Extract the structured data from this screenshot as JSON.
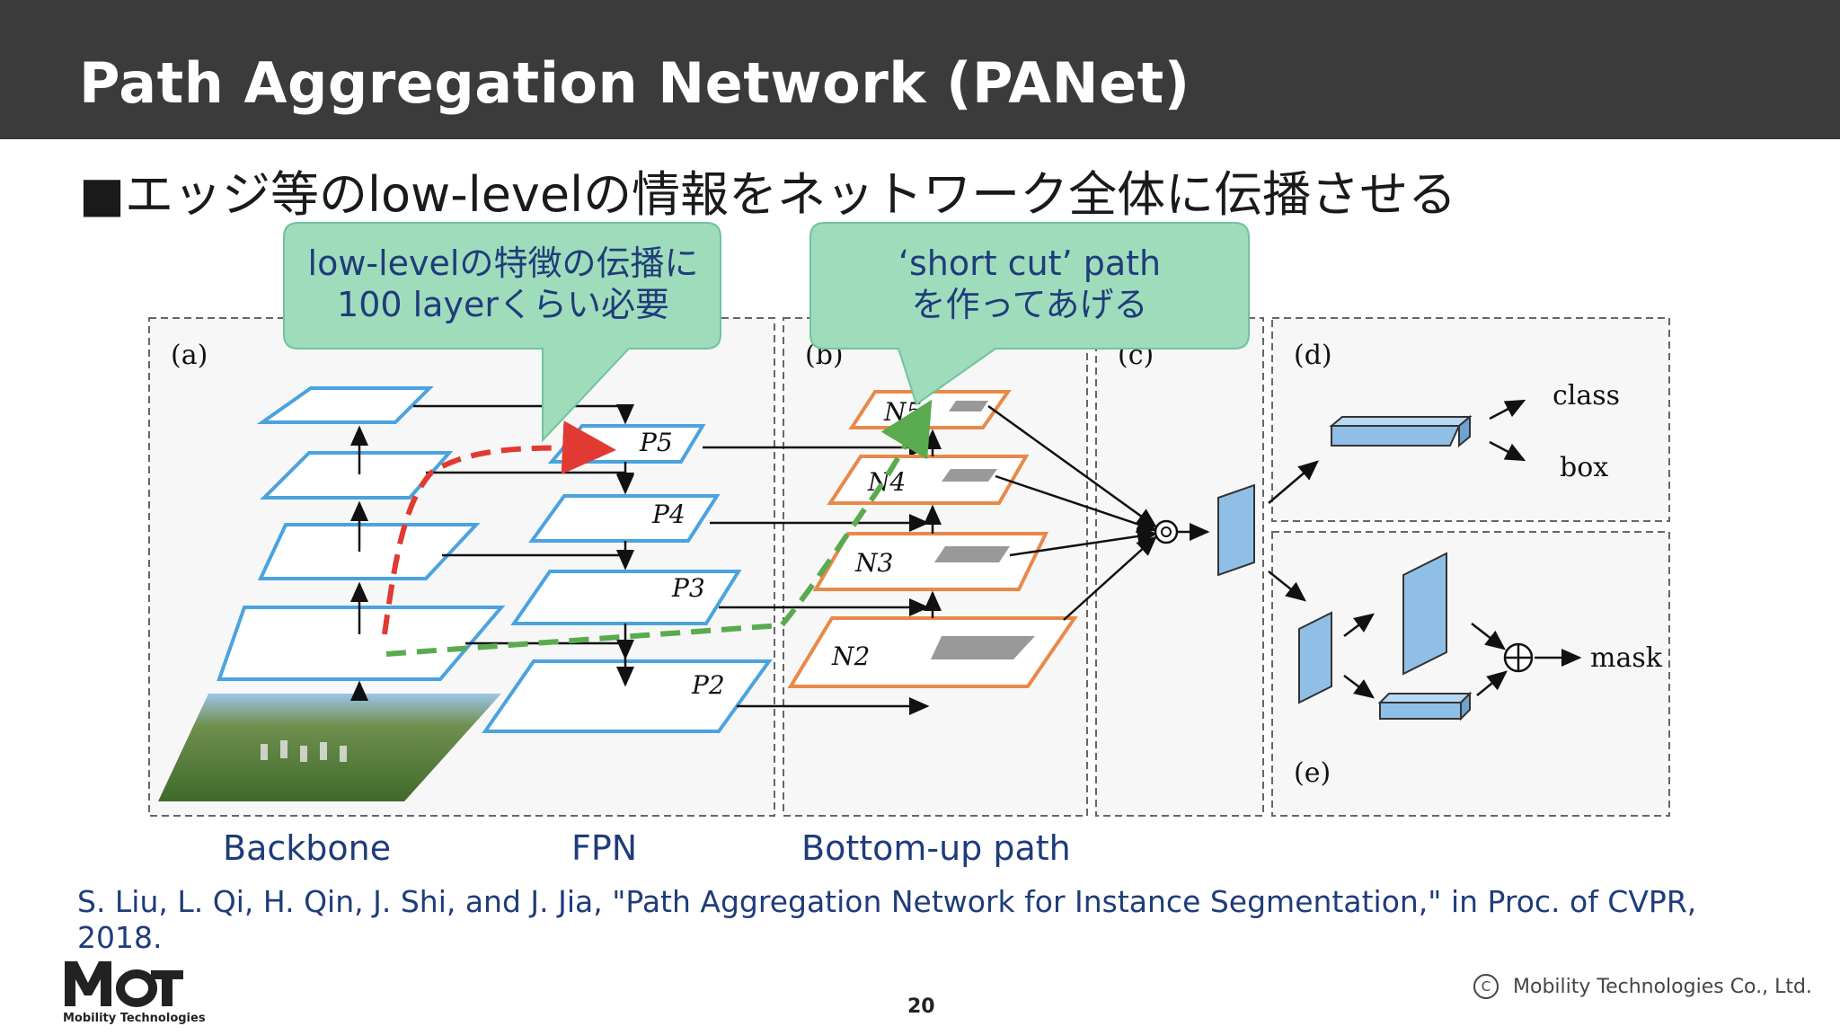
{
  "slide": {
    "title": "Path Aggregation Network (PANet)",
    "bullet": "■エッジ等のlow-levelの情報をネットワーク全体に伝播させる",
    "page_number": "20",
    "copyright": "Mobility Technologies Co., Ltd.",
    "logo_text": "Mobility Technologies"
  },
  "callouts": [
    {
      "line1": "low-levelの特徴の伝播に",
      "line2": "100 layerくらい必要",
      "color": "#9fdcbc"
    },
    {
      "line1": "‘short cut’ path",
      "line2": "を作ってあげる",
      "color": "#9fdcbc"
    }
  ],
  "diagram": {
    "panel_labels": [
      "(a)",
      "(b)",
      "(c)",
      "(d)",
      "(e)"
    ],
    "fpn_labels": [
      "P5",
      "P4",
      "P3",
      "P2"
    ],
    "bottom_up_labels": [
      "N5",
      "N4",
      "N3",
      "N2"
    ],
    "outputs": [
      "class",
      "box",
      "mask"
    ],
    "section_labels": [
      "Backbone",
      "FPN",
      "Bottom-up path"
    ],
    "colors": {
      "backbone": "#4aa3df",
      "bottom_up": "#e8894a",
      "red_path": "#e03a33",
      "green_path": "#5aab4f",
      "block": "#8fbfe6"
    }
  },
  "citation": "S. Liu, L. Qi, H. Qin, J. Shi, and J. Jia, \"Path Aggregation Network for Instance Segmentation,\" in Proc. of CVPR, 2018."
}
